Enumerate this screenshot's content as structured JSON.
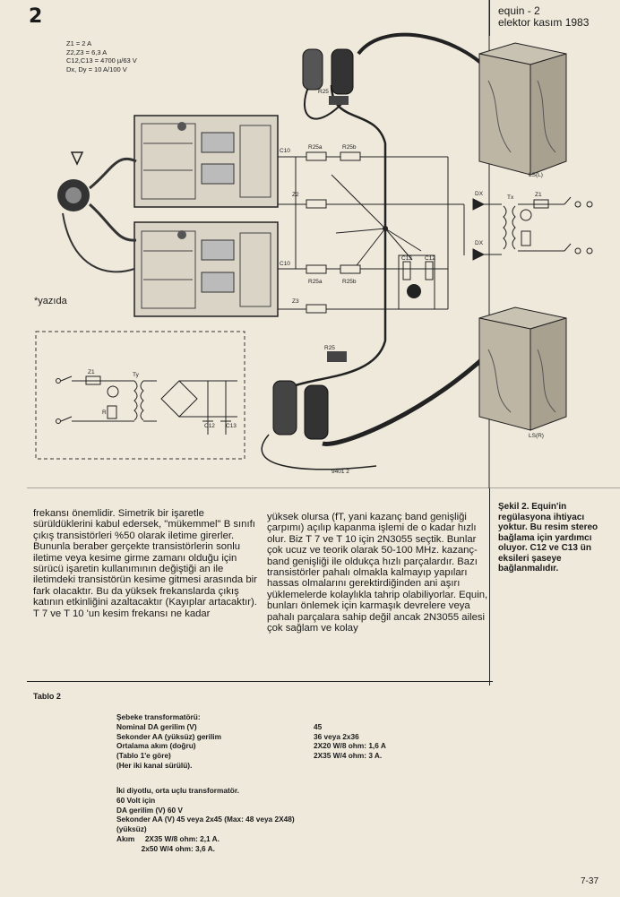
{
  "header": {
    "page_marker": "2",
    "title": "equin - 2",
    "subtitle": "elektor kasım 1983"
  },
  "figure": {
    "notes": [
      "Z1 = 2 A",
      "Z2,Z3 = 6,3 A",
      "C12,C13 = 4700 µ/63 V",
      "Dx, Dy = 10 A/100 V"
    ],
    "yazida": "*yazıda",
    "labels": {
      "c10_top": "C10",
      "c10_bot": "C10",
      "r25a_top": "R25a",
      "r25b_top": "R25b",
      "r25a_bot": "R25a",
      "r25b_bot": "R25b",
      "z1": "Z1",
      "z2": "Z2",
      "z3": "Z3",
      "r25_top": "R25",
      "r25_bot": "R25",
      "dx_top": "DX",
      "dx_bot": "DX",
      "tx": "Tx",
      "c13": "C13",
      "c12": "C12",
      "ls_l": "LS(L)",
      "ls_r": "LS(R)",
      "inset_z1": "Z1",
      "inset_r": "R",
      "inset_ty": "Ty",
      "inset_c12": "C12",
      "inset_c13": "C13",
      "code": "9401 2"
    }
  },
  "caption": "Şekil 2. Equin'in regülasyona ihtiyacı yoktur. Bu resim stereo bağlama için yardımcı oluyor. C12 ve C13 ün eksileri şaseye bağlanmalıdır.",
  "body": {
    "col1": [
      "frekansı önemlidir. Simetrik bir işaretle sürüldüklerini kabul edersek, \"mükemmel\" B sınıfı çıkış transistörleri %50 olarak iletime girerler. Bununla beraber gerçekte transistörlerin sonlu iletime veya kesime girme zamanı olduğu için sürücü işaretin kullanımının değiştiği an ile iletimdeki transistörün kesime gitmesi arasında bir fark olacaktır. Bu da yüksek frekanslarda çıkış katının etkinliğini azaltacaktır (Kayıplar artacaktır).",
      "T 7 ve T 10 'un kesim frekansı ne kadar"
    ],
    "col2": [
      "yüksek olursa (fT, yani kazanç band genişliği çarpımı) açılıp kapanma işlemi de o kadar hızlı olur. Biz T 7 ve T 10 için 2N3055 seçtik. Bunlar çok ucuz ve teorik olarak 50-100 MHz. kazanç-band genişliği ile oldukça hızlı parçalardır. Bazı transistörler pahalı olmakla kalmayıp yapıları hassas olmalarını gerektirdiğinden ani aşırı yüklemelerde kolaylıkla tahrip olabiliyorlar. Equin, bunları önlemek için karmaşık devrelere veya pahalı parçalara sahip değil ancak 2N3055 ailesi çok sağlam ve kolay"
    ]
  },
  "table": {
    "title": "Tablo 2",
    "rows": [
      {
        "k": "Şebeke transformatörü:",
        "v": ""
      },
      {
        "k": "Nominal DA gerilim (V)",
        "v": "45"
      },
      {
        "k": "Sekonder AA (yüksüz) gerilim",
        "v": "36 veya 2x36"
      },
      {
        "k": "Ortalama akım (doğru)",
        "v": "2X20 W/8 ohm: 1,6 A"
      },
      {
        "k": "(Tablo 1'e göre)",
        "v": "2X35 W/4 ohm: 3 A."
      },
      {
        "k": "(Her iki kanal sürülü).",
        "v": ""
      }
    ],
    "second": [
      "İki diyotlu, orta uçlu transformatör.",
      "60 Volt için",
      "DA gerilim (V) 60 V",
      "Sekonder AA (V) 45 veya 2x45 (Max: 48 veya 2X48)",
      "(yüksüz)",
      "Akım     2X35 W/8 ohm: 2,1 A.",
      "            2x50 W/4 ohm: 3,6 A."
    ]
  },
  "footer": {
    "page": "7-37"
  }
}
